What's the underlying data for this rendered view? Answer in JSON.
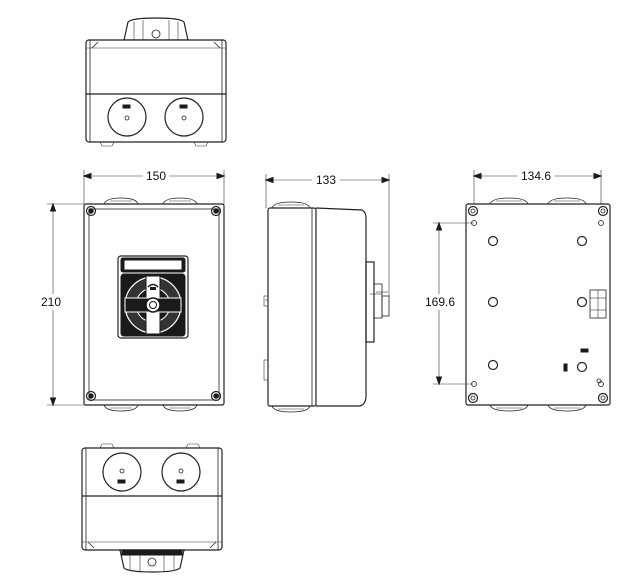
{
  "dimensions": {
    "front_width": "150",
    "front_height": "210",
    "side_depth": "133",
    "back_width": "134.6",
    "back_hole_spacing": "169.6"
  },
  "colors": {
    "line": "#222222",
    "handle": "#1a1a1a",
    "background": "#ffffff"
  }
}
